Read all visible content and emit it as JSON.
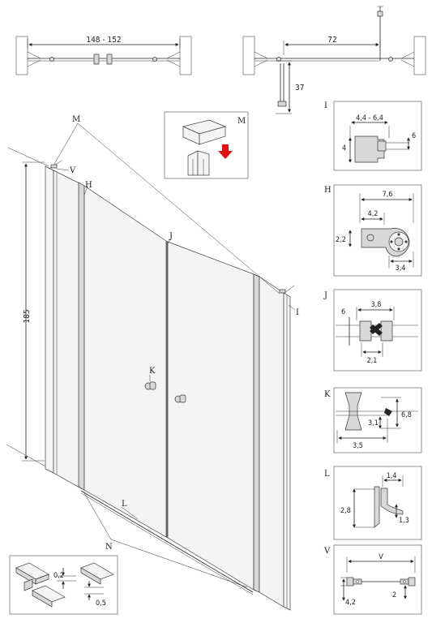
{
  "top_left": {
    "dimension": "148 - 152"
  },
  "top_right": {
    "width_dimension": "72",
    "depth_dimension": "37"
  },
  "main": {
    "height_dimension": "185",
    "callouts": {
      "M": "M",
      "V": "V",
      "H": "H",
      "J": "J",
      "K": "K",
      "I": "I",
      "L": "L",
      "N": "N"
    }
  },
  "detail_M": {
    "label": "M"
  },
  "detail_I": {
    "label": "I",
    "dims": [
      "4,4 - 6,4",
      "6",
      "4"
    ]
  },
  "detail_H": {
    "label": "H",
    "dims": [
      "7,6",
      "4,2",
      "2,2",
      "3,4"
    ]
  },
  "detail_J": {
    "label": "J",
    "dims": [
      "3,8",
      "6",
      "2,1"
    ]
  },
  "detail_K": {
    "label": "K",
    "dims": [
      "6,8",
      "3,1",
      "3,5"
    ]
  },
  "detail_L": {
    "label": "L",
    "dims": [
      "1,4",
      "2,8",
      "1,3"
    ]
  },
  "detail_V": {
    "label": "V",
    "dims": [
      "V",
      "4,2",
      "2"
    ]
  },
  "detail_N": {
    "dims": [
      "0,2",
      "0,5"
    ]
  },
  "colors": {
    "arrow_red": "#e01010",
    "line": "#222222",
    "panel_border": "#777777"
  }
}
